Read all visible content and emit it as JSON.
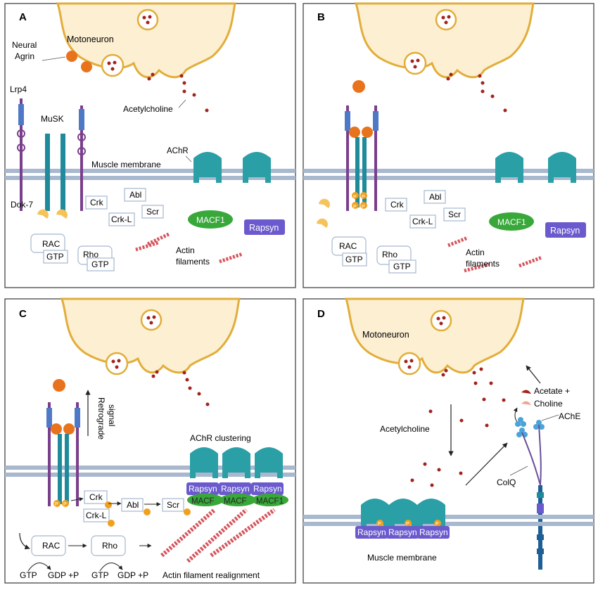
{
  "colors": {
    "nerve_fill": "#fcefd2",
    "nerve_stroke": "#e2ad3a",
    "agrin": "#e8731c",
    "acetylcholine": "#a3221d",
    "membrane": "#a8b8cf",
    "lrp4": "#4f79c7",
    "musk": "#1f8a9a",
    "dok7": "#f5c35a",
    "achr": "#2a9fa6",
    "rapsyn": "#6a5acd",
    "macf1": "#39a83a",
    "actin": "#d6545c",
    "phospho": "#f2a01b",
    "ache": "#4aa3d9",
    "colq": "#6b4e9c"
  },
  "panels": {
    "A": {
      "letter": "A",
      "motoneuron": "Motoneuron",
      "neural_agrin": [
        "Neural",
        "Agrin"
      ],
      "lrp4": "Lrp4",
      "musk": "MuSK",
      "acetylcholine": "Acetylcholine",
      "achr": "AChR",
      "membrane": "Muscle membrane",
      "dok7": "Dok-7",
      "crk": "Crk",
      "abl": "Abl",
      "crkl": "Crk-L",
      "scr": "Scr",
      "macf1": "MACF1",
      "rapsyn": "Rapsyn",
      "rac": "RAC",
      "gtp": "GTP",
      "rho": "Rho",
      "actin": [
        "Actin",
        "filaments"
      ]
    },
    "B": {
      "letter": "B",
      "crk": "Crk",
      "abl": "Abl",
      "crkl": "Crk-L",
      "scr": "Scr",
      "macf1": "MACF1",
      "rapsyn": "Rapsyn",
      "rac": "RAC",
      "gtp": "GTP",
      "rho": "Rho",
      "actin": [
        "Actin",
        "filaments"
      ],
      "p": "P"
    },
    "C": {
      "letter": "C",
      "retrograde": [
        "Retrograde",
        "signal"
      ],
      "clustering": "AChR clustering",
      "rapsyn": "Rapsyn",
      "macf": "MACF",
      "macf1": "MACF1",
      "crk": "Crk",
      "abl": "Abl",
      "crkl": "Crk-L",
      "scr": "Scr",
      "rac": "RAC",
      "rho": "Rho",
      "gtp": "GTP",
      "gdp": "GDP +P",
      "realignment": "Actin filament realignment",
      "p": "P"
    },
    "D": {
      "letter": "D",
      "motoneuron": "Motoneuron",
      "acetylcholine": "Acetylcholine",
      "acetate": "Acetate +",
      "choline": "Choline",
      "ache": "AChE",
      "colq": "ColQ",
      "rapsyn": "Rapsyn",
      "membrane": "Muscle membrane",
      "p": "P"
    }
  }
}
